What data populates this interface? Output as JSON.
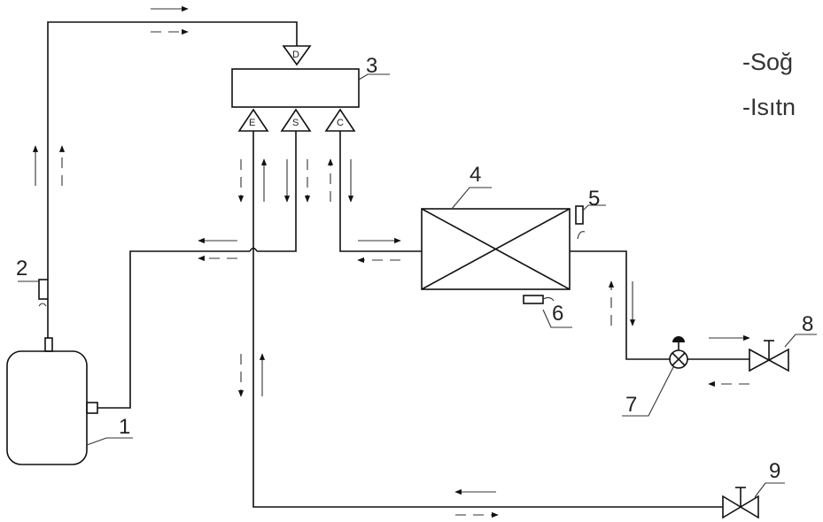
{
  "labels": {
    "compressor": "1",
    "pressure_switch": "2",
    "reversing_valve": "3",
    "heat_exchanger": "4",
    "sensor_5": "5",
    "sensor_6": "6",
    "expansion_valve": "7",
    "service_valve_8": "8",
    "service_valve_9": "9"
  },
  "ports": {
    "D": "D",
    "E": "E",
    "S": "S",
    "C": "C"
  },
  "legend": {
    "cooling": "-Soğ",
    "heating": "-Isıtn"
  }
}
